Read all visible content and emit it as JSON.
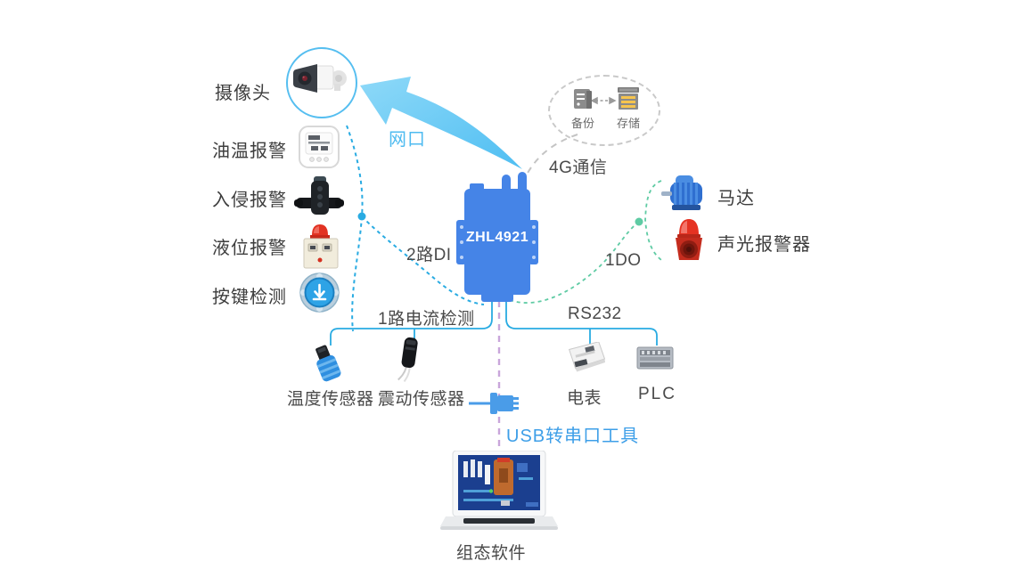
{
  "diagram": {
    "device": {
      "model": "ZHL4921"
    },
    "labels": {
      "ethernet": "网口",
      "g4": "4G通信",
      "backup": "备份",
      "storage": "存储",
      "di": "2路DI",
      "do": "1DO",
      "current": "1路电流检测",
      "rs232": "RS232",
      "usb_tool": "USB转串口工具",
      "software": "组态软件"
    },
    "left_devices": [
      {
        "label": "摄像头",
        "icon": "camera-icon"
      },
      {
        "label": "油温报警",
        "icon": "oil-temp-alarm-icon"
      },
      {
        "label": "入侵报警",
        "icon": "intrusion-alarm-icon"
      },
      {
        "label": "液位报警",
        "icon": "liquid-level-alarm-icon"
      },
      {
        "label": "按键检测",
        "icon": "button-detect-icon"
      }
    ],
    "right_devices": [
      {
        "label": "马达",
        "icon": "motor-icon"
      },
      {
        "label": "声光报警器",
        "icon": "sound-light-alarm-icon"
      }
    ],
    "bottom_devices": [
      {
        "label": "温度传感器",
        "icon": "temperature-sensor-icon"
      },
      {
        "label": "震动传感器",
        "icon": "vibration-sensor-icon"
      },
      {
        "label": "电表",
        "icon": "power-meter-icon"
      },
      {
        "label": "PLC",
        "icon": "plc-icon"
      }
    ],
    "software": {
      "label": "组态软件"
    },
    "colors": {
      "device_blue": "#4584e7",
      "line_blue": "#29abe2",
      "line_green": "#5fcba4",
      "line_purple": "#c9a6db",
      "line_gray": "#c4c4c4",
      "ethernet_label_blue": "#4fbbf0",
      "usb_label_blue": "#3e9fe8",
      "text_dark": "#3d3d3d"
    }
  }
}
